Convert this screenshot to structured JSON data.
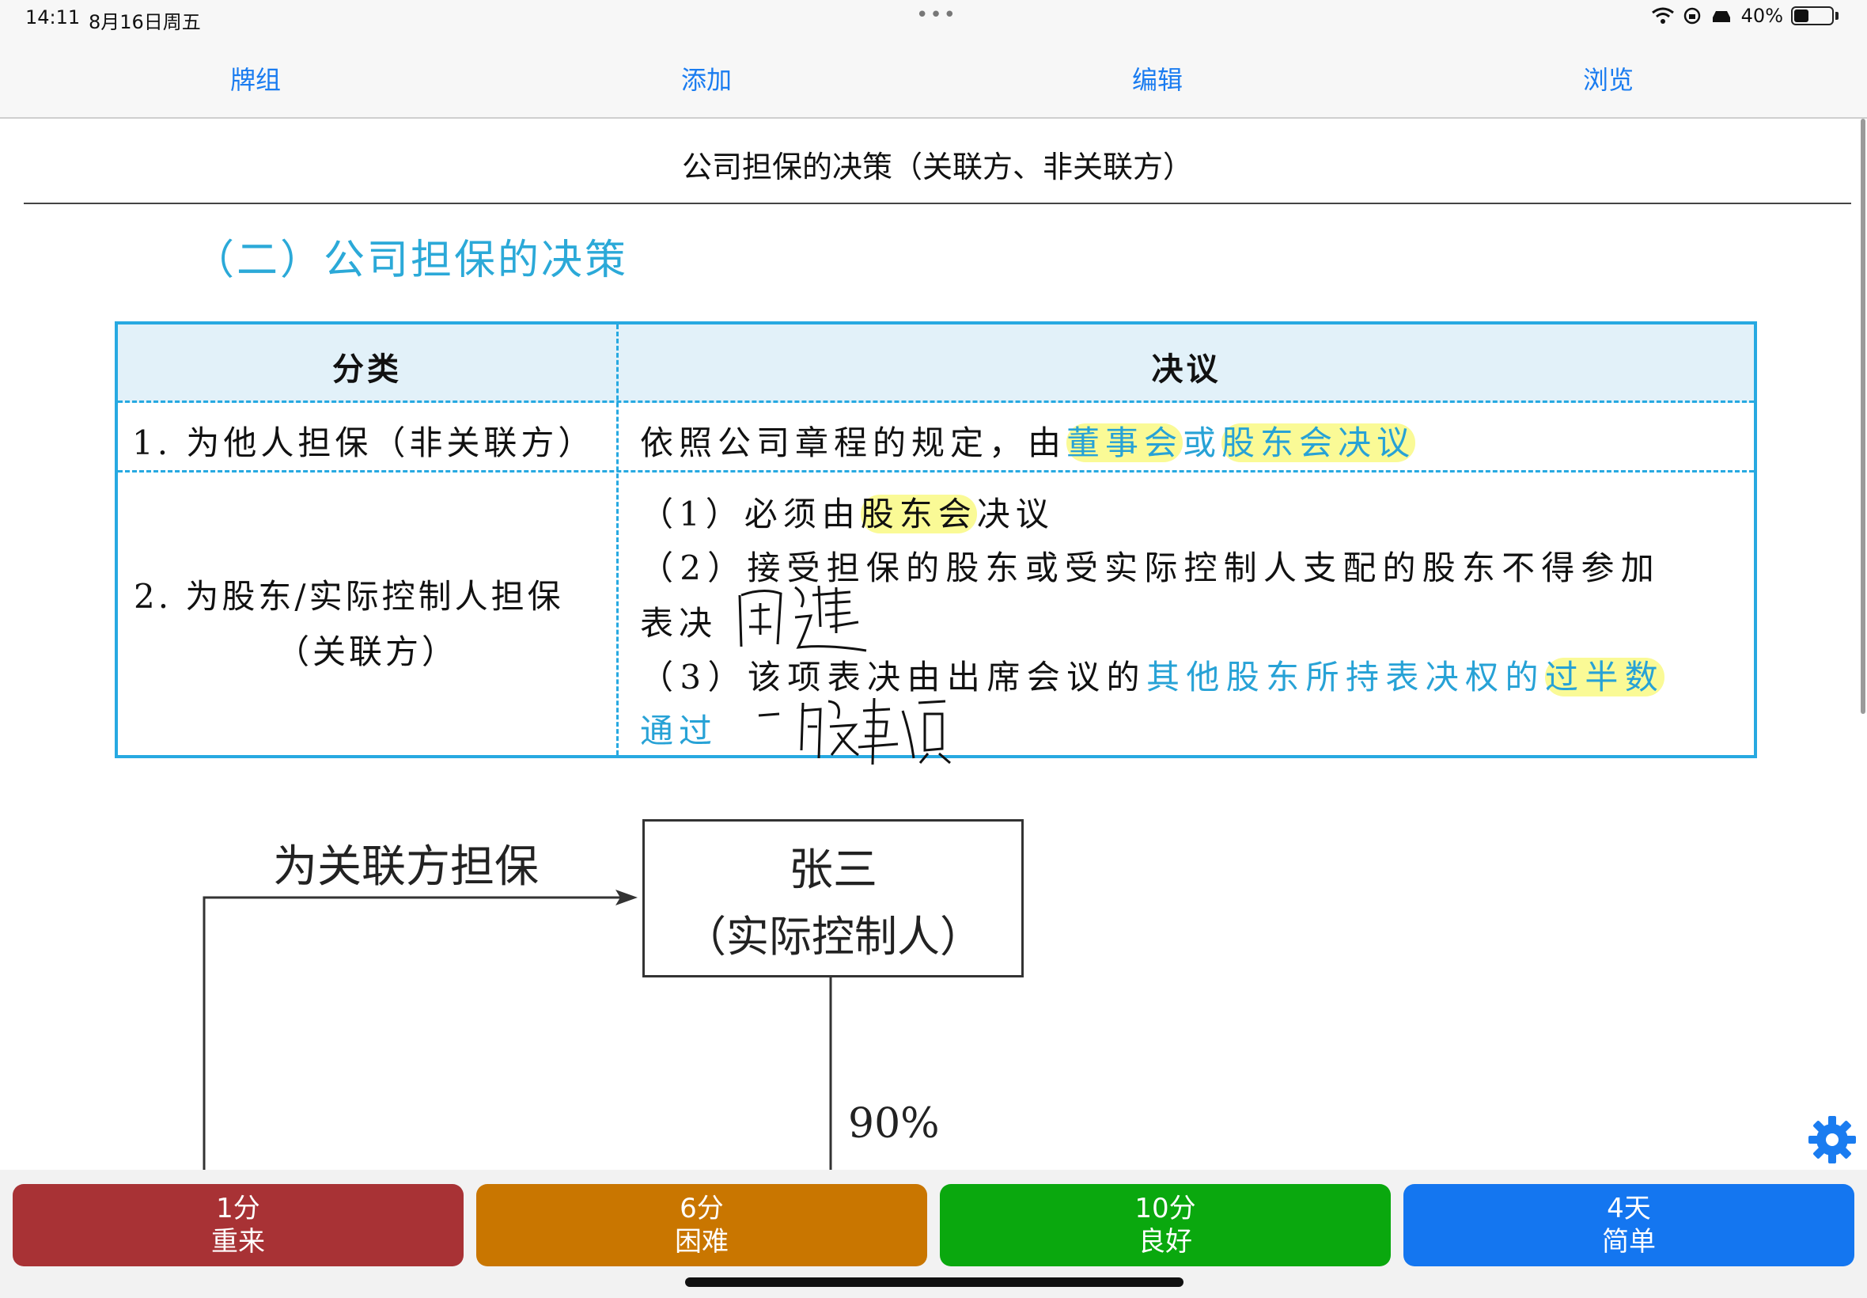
{
  "status_bar": {
    "time": "14:11",
    "date": "8月16日周五",
    "battery": "40%",
    "battery_level": 0.4
  },
  "nav": {
    "items": [
      {
        "label": "牌组"
      },
      {
        "label": "添加"
      },
      {
        "label": "编辑"
      },
      {
        "label": "浏览"
      }
    ]
  },
  "card": {
    "title": "公司担保的决策（关联方、非关联方）",
    "section_heading": "（二）公司担保的决策",
    "table": {
      "headers": [
        "分类",
        "决议"
      ],
      "row1": {
        "category": "1. 为他人担保（非关联方）",
        "decision_prefix": "依照公司章程的规定，由",
        "decision_hl1": "董事会",
        "decision_mid": "或",
        "decision_hl2": "股东会决议"
      },
      "row2": {
        "category_line1": "2. 为股东/实际控制人担保",
        "category_line2": "（关联方）",
        "item1_prefix": "（1）必须由",
        "item1_hl": "股东会",
        "item1_suffix": "决议",
        "item2_line1": "（2）接受担保的股东或受实际控制人支配的股东不得参加",
        "item2_line2": "表决",
        "item3_prefix": "（3）该项表决由出席会议的",
        "item3_blue": "其他股东所持表决权的",
        "item3_hl": "过半数",
        "item3_line2": "通过"
      }
    },
    "diagram": {
      "arrow_label": "为关联方担保",
      "box_name": "张三",
      "box_role": "（实际控制人）",
      "percentage": "90%"
    }
  },
  "answers": [
    {
      "time": "1分",
      "label": "重来",
      "color": "#a83235"
    },
    {
      "time": "6分",
      "label": "困难",
      "color": "#c97600"
    },
    {
      "time": "10分",
      "label": "良好",
      "color": "#0aa80e"
    },
    {
      "time": "4天",
      "label": "简单",
      "color": "#1476f0"
    }
  ]
}
